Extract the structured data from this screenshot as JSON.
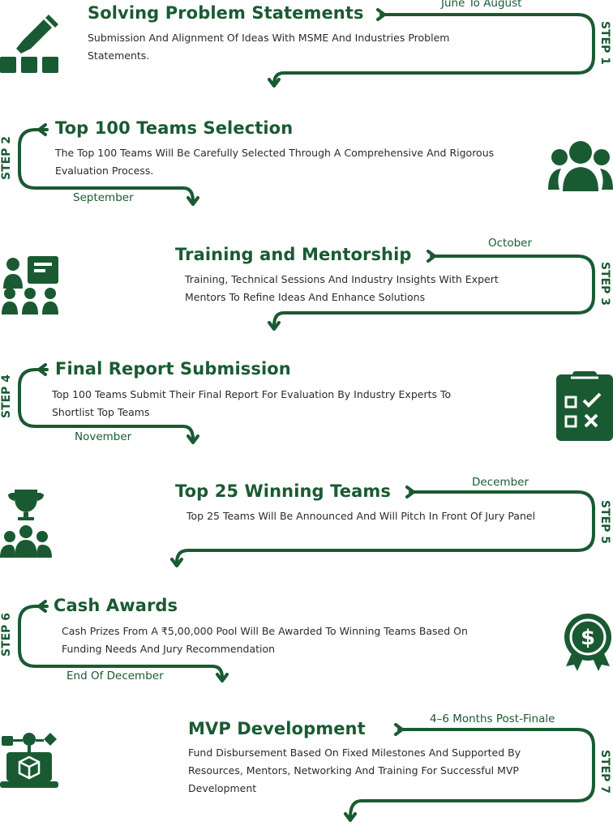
{
  "colors": {
    "accent": "#1a5a32"
  },
  "steps": [
    {
      "step": "STEP 1",
      "title": "Solving Problem Statements",
      "date": "June To August",
      "desc": "Submission And Alignment Of Ideas With MSME And Industries Problem Statements.",
      "icon": "pen-blocks-icon"
    },
    {
      "step": "STEP 2",
      "title": "Top 100 Teams Selection",
      "date": "September",
      "desc": "The Top 100 Teams Will Be Carefully Selected Through A Comprehensive And Rigorous Evaluation Process.",
      "icon": "team-group-icon"
    },
    {
      "step": "STEP 3",
      "title": "Training and Mentorship",
      "date": "October",
      "desc": "Training, Technical Sessions And Industry Insights With Expert Mentors To Refine Ideas And Enhance Solutions",
      "icon": "classroom-icon"
    },
    {
      "step": "STEP 4",
      "title": "Final Report Submission",
      "date": "November",
      "desc": "Top 100 Teams Submit Their Final Report For Evaluation By Industry Experts To Shortlist Top Teams",
      "icon": "checklist-icon"
    },
    {
      "step": "STEP 5",
      "title": "Top 25 Winning Teams",
      "date": "December",
      "desc": "Top 25 Teams Will Be Announced And Will Pitch In Front Of Jury Panel",
      "icon": "trophy-team-icon"
    },
    {
      "step": "STEP 6",
      "title": "Cash Awards",
      "date": "End Of December",
      "desc": "Cash Prizes From A ₹5,00,000 Pool Will Be Awarded To Winning Teams Based On Funding Needs And Jury Recommendation",
      "icon": "dollar-badge-icon"
    },
    {
      "step": "STEP 7",
      "title": "MVP Development",
      "date": "4–6 Months Post-Finale",
      "desc": "Fund Disbursement Based On Fixed Milestones And Supported By Resources, Mentors, Networking And Training For Successful MVP Development",
      "icon": "laptop-network-icon"
    }
  ]
}
